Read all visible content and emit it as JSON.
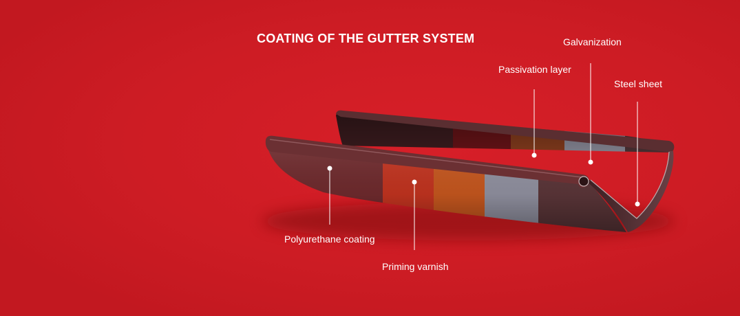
{
  "title": "COATING OF THE GUTTER SYSTEM",
  "labels": {
    "galvanization": "Galvanization",
    "passivation_layer": "Passivation layer",
    "steel_sheet": "Steel sheet",
    "polyurethane_coating": "Polyurethane coating",
    "priming_varnish": "Priming varnish"
  },
  "colors": {
    "background": "#cd1c24",
    "polyurethane": "#6e2a2d",
    "primer": "#c0331f",
    "passivation": "#c4561e",
    "galvanization": "#8f8f9e",
    "steel": "#5a3538"
  }
}
